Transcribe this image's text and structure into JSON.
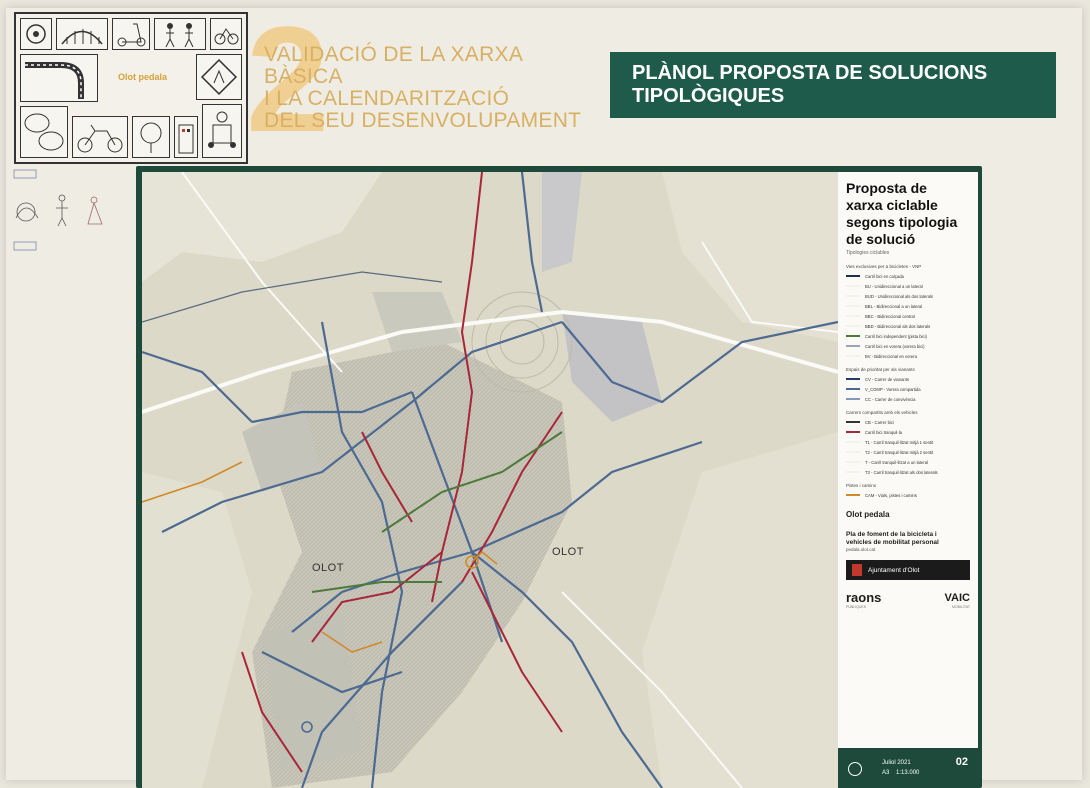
{
  "header": {
    "section_number": "2",
    "title_lines": [
      "VALIDACIÓ DE LA XARXA BÀSICA",
      "I LA CALENDARITZACIÓ",
      "DEL SEU DESENVOLUPAMENT"
    ],
    "banner_lines": [
      "PLÀNOL PROPOSTA DE SOLUCIONS",
      "TIPOLÒGIQUES"
    ]
  },
  "collage": {
    "brand": "Olot pedala"
  },
  "map": {
    "town_labels": [
      "OLOT",
      "OLOT"
    ],
    "colors": {
      "background": "#d9d7c7",
      "urban": "#b9bbbd",
      "route_blue": "#4d6a92",
      "route_red": "#a8263a",
      "route_green": "#4d7a3b",
      "route_orange": "#d08a2a",
      "road": "#ffffff"
    }
  },
  "legend": {
    "title_lines": [
      "Proposta de",
      "xarxa ciclable",
      "segons tipologia",
      "de solució"
    ],
    "subtitle": "Tipologies ciclables",
    "sections": [
      {
        "heading": "Vies exclusives per a bicicletes - VNP",
        "items": [
          {
            "color": "#1f2f4a",
            "label": "Carril bici en calçada"
          },
          {
            "color": "#f4f2ea",
            "label": "BU - Unidireccional a un lateral"
          },
          {
            "color": "#f4f2ea",
            "label": "BUD - Unidireccional als dos laterals"
          },
          {
            "color": "#f4f2ea",
            "label": "BBL - Bidireccional a un lateral"
          },
          {
            "color": "#f4f2ea",
            "label": "BBC - Bidireccional central"
          },
          {
            "color": "#f4f2ea",
            "label": "BBD - Bidireccional als dos laterals"
          },
          {
            "color": "#4d7a3b",
            "label": "Carril bici independent (pista bici)"
          },
          {
            "color": "#9aa6b8",
            "label": "Carril bici en vorera (vorera bici)"
          },
          {
            "color": "#f4f2ea",
            "label": "BV - Bidireccional en vorera"
          }
        ]
      },
      {
        "heading": "Espais de prioritat per als vianants",
        "items": [
          {
            "color": "#2a3a66",
            "label": "CV - Carrer de vianants"
          },
          {
            "color": "#4d6a92",
            "label": "V_COMP - Vorera compartida"
          },
          {
            "color": "#7f9cc0",
            "label": "CC - Carrer de convivència"
          }
        ]
      },
      {
        "heading": "Carrers compartits amb els vehicles",
        "items": [
          {
            "color": "#333333",
            "label": "CB - Carrer bici"
          },
          {
            "color": "#a8263a",
            "label": "Carril bici tranquil·la"
          },
          {
            "color": "#f4f2ea",
            "label": "T1 - Carril tranquil·litzat mitjà 1 sentit"
          },
          {
            "color": "#f4f2ea",
            "label": "T2 - Carril tranquil·litzat mitjà 2 sentit"
          },
          {
            "color": "#f4f2ea",
            "label": "T - Carril tranquil·litzat a un lateral"
          },
          {
            "color": "#f4f2ea",
            "label": "T3 - Carril tranquil·litzat als dos laterals"
          }
        ]
      },
      {
        "heading": "Pistes i camins",
        "items": [
          {
            "color": "#d08a2a",
            "label": "CAM - Vials, pistes i camins"
          }
        ]
      }
    ],
    "brand": "Olot pedala",
    "plan_lines": [
      "Pla de foment de la bicicleta i",
      "vehicles de mobilitat personal"
    ],
    "website": "pedala.olot.cat",
    "ajuntament": "Ajuntament d'Olot",
    "logo_raons": "raons",
    "logo_raons_sub": "PÚBLIQUES",
    "logo_vaic": "VAIC",
    "logo_vaic_sub": "MOBILITAT",
    "footer": {
      "date": "Juliol 2021",
      "format": "A3",
      "scale": "1:13.000",
      "sheet": "02"
    }
  }
}
